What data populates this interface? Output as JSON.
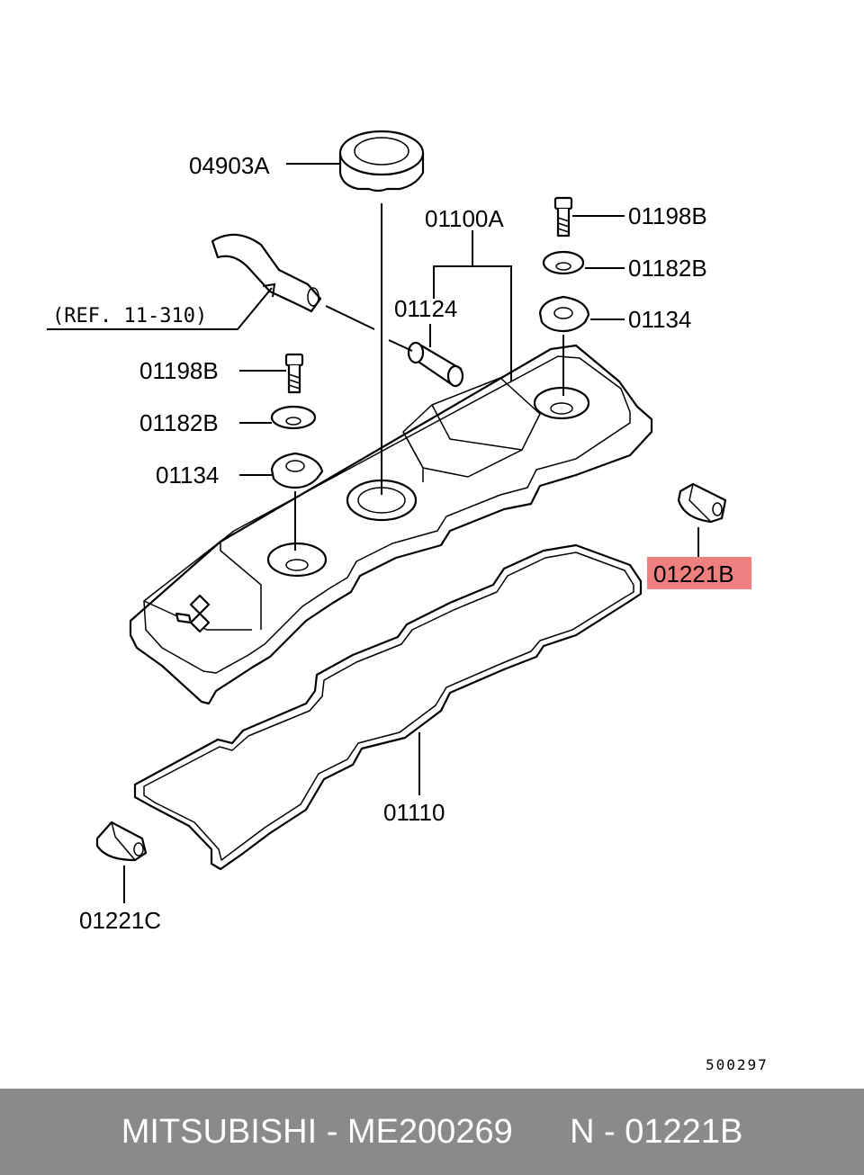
{
  "parts": {
    "p_04903A": "04903A",
    "p_01100A": "01100A",
    "p_01198B_top": "01198B",
    "p_01182B_top": "01182B",
    "p_01134_top": "01134",
    "p_01124": "01124",
    "p_ref": "(REF. 11-310)",
    "p_01198B_left": "01198B",
    "p_01182B_left": "01182B",
    "p_01134_left": "01134",
    "p_01221B": "01221B",
    "p_01110": "01110",
    "p_01221C": "01221C"
  },
  "diagram_code": "500297",
  "highlight_color": "#f08080",
  "footer": {
    "text": "MITSUBISHI - ME200269      N - 01221B",
    "background": "#8a8a8a"
  }
}
